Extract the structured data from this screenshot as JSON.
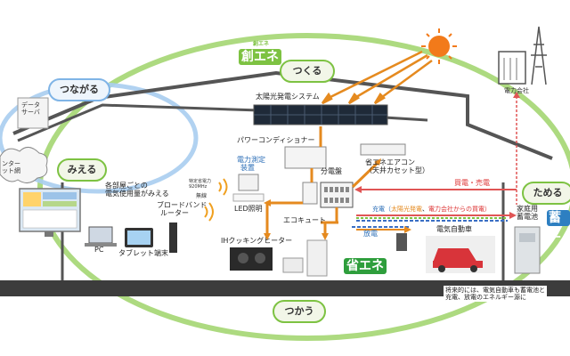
{
  "cycle": {
    "tsukuru": "つくる",
    "tsunagaru": "つながる",
    "mieru": "みえる",
    "tameru": "ためる",
    "tsukau": "つかう"
  },
  "badges": {
    "souene": "創エネ",
    "souene_small": "創エネ",
    "shouene": "省エネ",
    "chikuene": "蓄エ"
  },
  "labels": {
    "solar_system": "太陽光発電システム",
    "power_conditioner": "パワーコンディショナー",
    "power_meter_device": [
      "電力測定",
      "装置"
    ],
    "distribution_board": "分電盤",
    "eco_aircon": [
      "省エネエアコン",
      "（天井カセット型）"
    ],
    "power_company": "電力会社",
    "data_server": [
      "データ",
      "サーバ"
    ],
    "internet": [
      "ンター",
      "ット網"
    ],
    "rooms_usage": [
      "各部屋ごとの",
      "電気使用量がみえる"
    ],
    "wireless_freq": [
      "特定省電力",
      "920MHz"
    ],
    "wireless": "無線",
    "broadband_router": [
      "ブロードバンド",
      "ルーター"
    ],
    "led": "LED照明",
    "ecocute": "エコキュート",
    "ih_heater": "IHクッキングヒーター",
    "pc": "PC",
    "tablet": "タブレット端末",
    "buy_sell": "買電・売電",
    "charge_prefix": "充電（",
    "charge_solar": "太陽光発電",
    "charge_sep": "、",
    "charge_company": "電力会社",
    "charge_suffix": "からの買電）",
    "discharge": "放電",
    "ev": "電気自動車",
    "home_battery": [
      "家庭用",
      "蓄電池"
    ],
    "future_note": [
      "将来的には、電気自動車も蓄電池と",
      "充電、放電のエネルギー源に"
    ]
  },
  "colors": {
    "green_loop": "#7dc242",
    "blue_loop": "#7fb4e6",
    "orange_flow": "#e58a1f",
    "red_flow": "#e05555",
    "blue_flow": "#3a6fc4",
    "roof": "#555555",
    "ground": "#3c3c3c"
  }
}
